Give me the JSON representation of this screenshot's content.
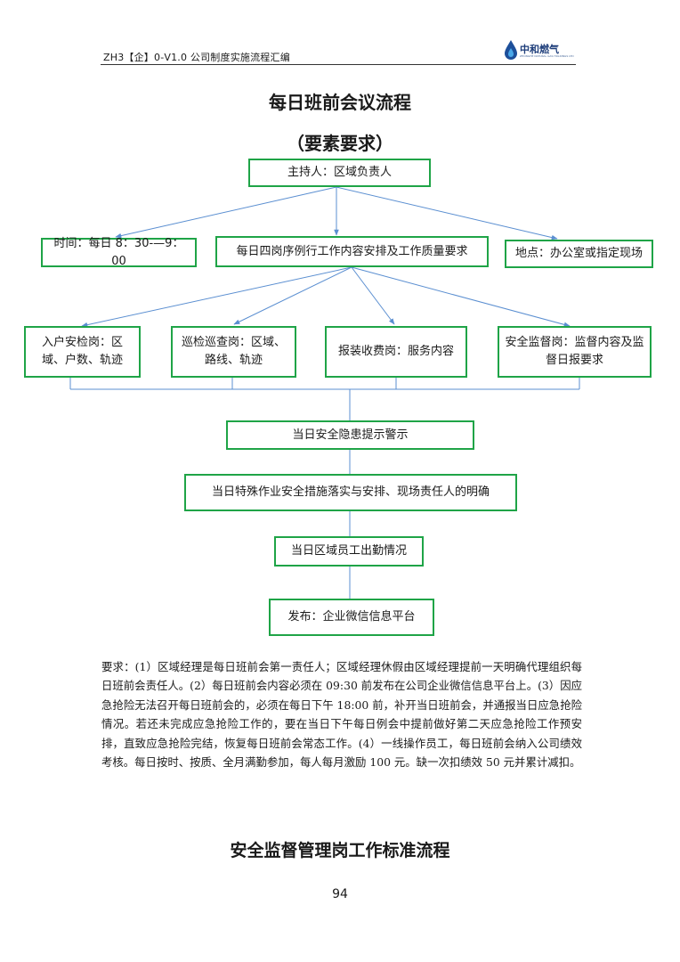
{
  "header": {
    "text": "ZH3【企】0-V1.0 公司制度实施流程汇编",
    "logo_text": "中和燃气",
    "logo_subtext": "ZHONGHE NATURAL GAS HOLDINGS LTD"
  },
  "title": "每日班前会议流程",
  "subtitle": "（要素要求）",
  "flow": {
    "host": "主持人：区域负责人",
    "time": "时间：每日 8：30-—9：00",
    "content": "每日四岗序例行工作内容安排及工作质量要求",
    "location": "地点：办公室或指定现场",
    "posts": [
      "入户安检岗：区域、户数、轨迹",
      "巡检巡查岗：区域、路线、轨迹",
      "报装收费岗：服务内容",
      "安全监督岗：监督内容及监督日报要求"
    ],
    "step1": "当日安全隐患提示警示",
    "step2": "当日特殊作业安全措施落实与安排、现场责任人的明确",
    "step3": "当日区域员工出勤情况",
    "step4": "发布：企业微信信息平台"
  },
  "requirements": "要求：(1）区域经理是每日班前会第一责任人；区域经理休假由区域经理提前一天明确代理组织每日班前会责任人。(2）每日班前会内容必须在 09:30 前发布在公司企业微信信息平台上。(3）因应急抢险无法召开每日班前会的，必须在每日下午 18:00 前，补开当日班前会，并通报当日应急抢险情况。若还未完成应急抢险工作的，要在当日下午每日例会中提前做好第二天应急抢险工作预安排，直致应急抢险完结，恢复每日班前会常态工作。(4）一线操作员工，每日班前会纳入公司绩效考核。每日按时、按质、全月满勤参加，每人每月激励 100 元。缺一次扣绩效 50 元并累计减扣。",
  "section_title": "安全监督管理岗工作标准流程",
  "page_number": "94",
  "colors": {
    "box_border": "#1fa447",
    "arrow": "#5b8fd1"
  }
}
